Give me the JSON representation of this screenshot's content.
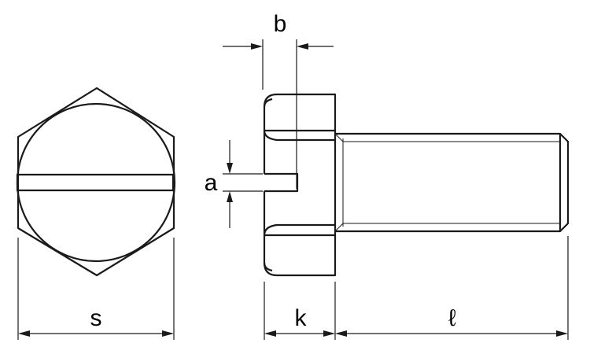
{
  "labels": {
    "s": "s",
    "k": "k",
    "l": "ℓ",
    "a": "a",
    "b": "b"
  }
}
